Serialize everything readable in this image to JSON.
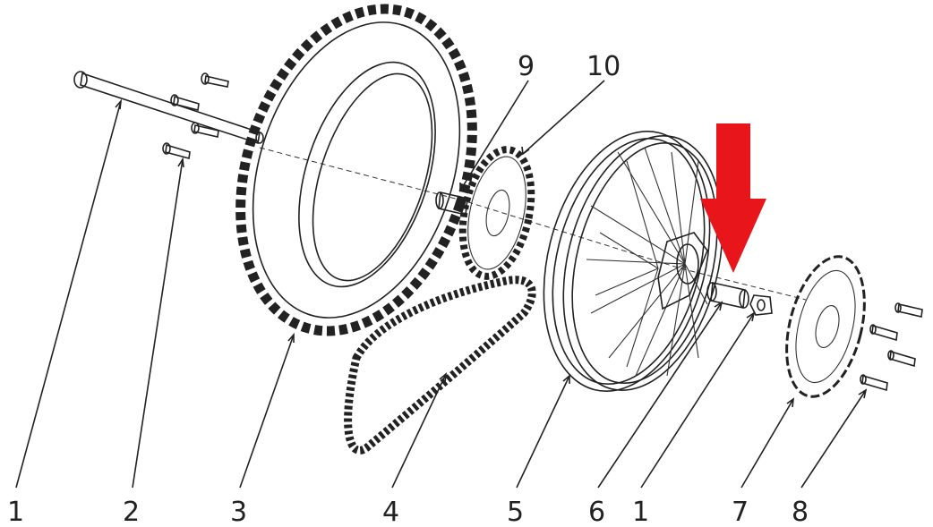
{
  "callouts": [
    {
      "id": "c1",
      "text": "1"
    },
    {
      "id": "c2",
      "text": "2"
    },
    {
      "id": "c3",
      "text": "3"
    },
    {
      "id": "c4",
      "text": "4"
    },
    {
      "id": "c5",
      "text": "5"
    },
    {
      "id": "c6",
      "text": "6"
    },
    {
      "id": "c1b",
      "text": "1"
    },
    {
      "id": "c7",
      "text": "7"
    },
    {
      "id": "c8",
      "text": "8"
    },
    {
      "id": "c9",
      "text": "9"
    },
    {
      "id": "c10",
      "text": "10"
    }
  ],
  "colors": {
    "line": "#222222",
    "arrow": "#e8151b",
    "background": "#ffffff"
  },
  "icons": {
    "indicator": "down-arrow-icon"
  }
}
